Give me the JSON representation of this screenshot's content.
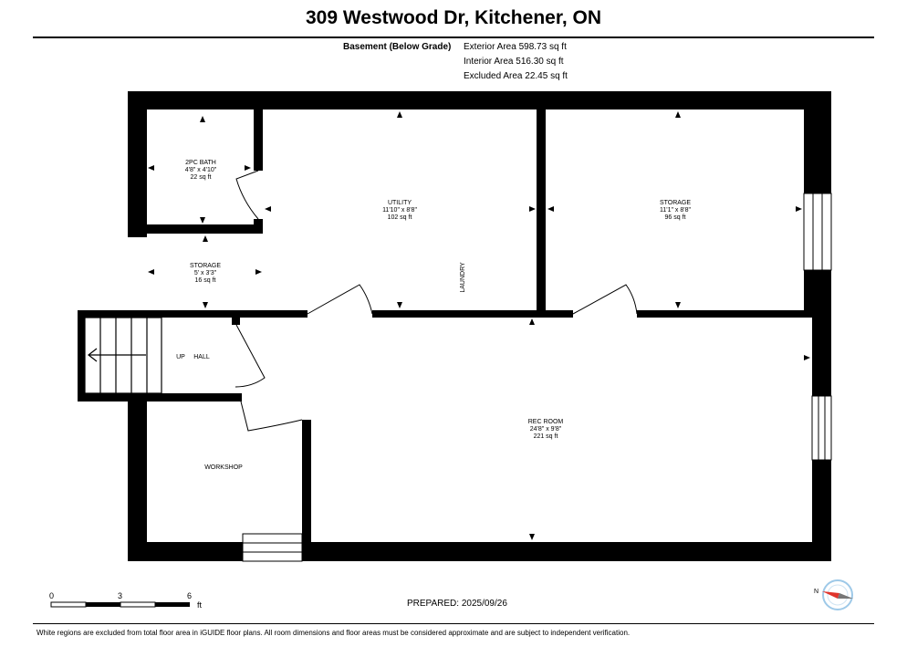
{
  "header": {
    "title": "309 Westwood Dr, Kitchener, ON"
  },
  "areas": {
    "level_label": "Basement (Below Grade)",
    "exterior": "Exterior Area 598.73 sq ft",
    "interior": "Interior Area 516.30 sq ft",
    "excluded": "Excluded Area 22.45 sq ft"
  },
  "rooms": {
    "bath": {
      "name": "2PC BATH",
      "dims": "4'8\" x 4'10\"",
      "area": "22 sq ft"
    },
    "utility": {
      "name": "UTILITY",
      "dims": "11'10\" x 8'8\"",
      "area": "102 sq ft"
    },
    "storage_right": {
      "name": "STORAGE",
      "dims": "11'1\" x 8'8\"",
      "area": "96 sq ft"
    },
    "storage_small": {
      "name": "STORAGE",
      "dims": "5' x 3'3\"",
      "area": "16 sq ft"
    },
    "laundry": {
      "name": "LAUNDRY"
    },
    "hall": {
      "name": "HALL"
    },
    "up": {
      "name": "UP"
    },
    "rec": {
      "name": "REC ROOM",
      "dims": "24'8\" x 9'8\"",
      "area": "221 sq ft"
    },
    "workshop": {
      "name": "WORKSHOP"
    }
  },
  "scale": {
    "ticks": [
      "0",
      "3",
      "6"
    ],
    "unit": "ft"
  },
  "compass": {
    "north_label": "N"
  },
  "prepared": "PREPARED: 2025/09/26",
  "footer": "White regions are excluded from total floor area in iGUIDE floor plans. All room dimensions and floor areas must be considered approximate and are subject to independent verification.",
  "colors": {
    "wall": "#000000",
    "compass_accent": "#e0342c",
    "compass_ring": "#9ec9e8"
  }
}
